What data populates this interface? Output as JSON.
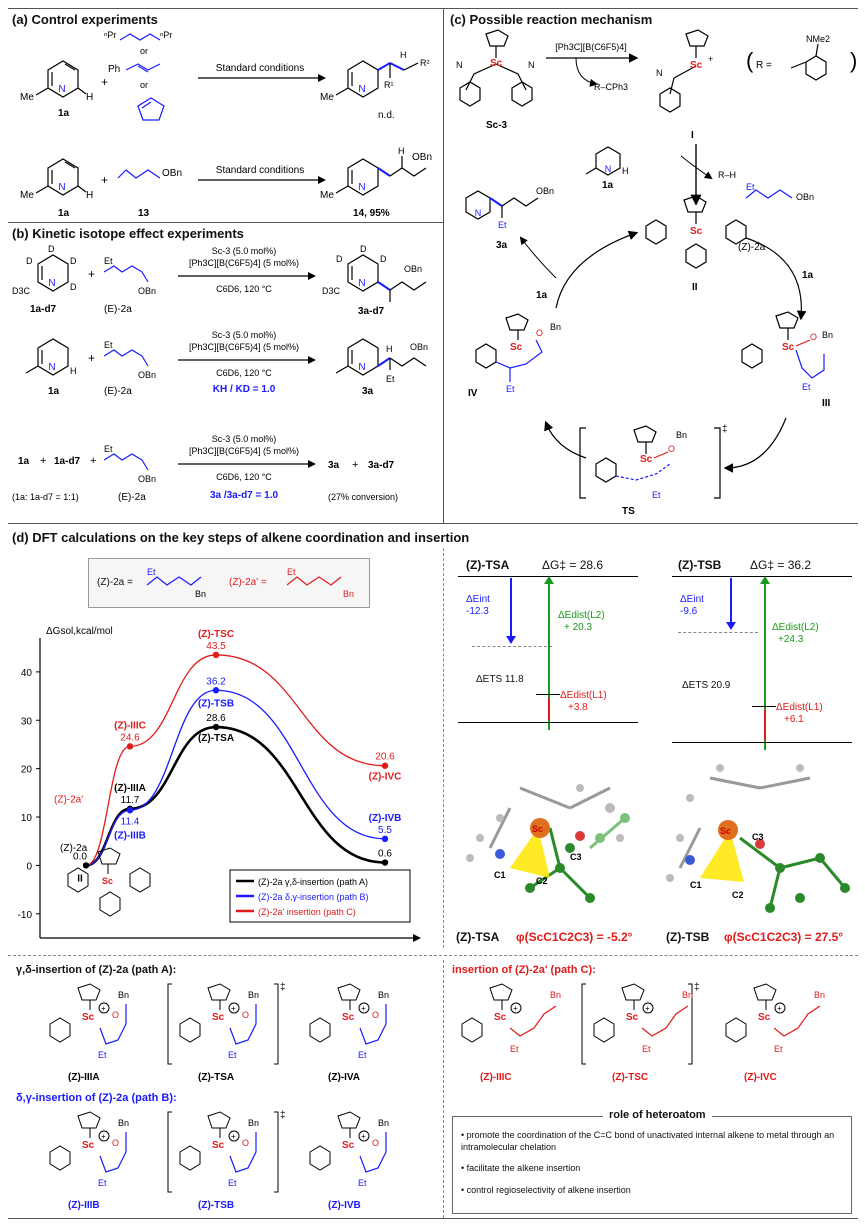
{
  "panel_a": {
    "title": "(a) Control experiments",
    "r1": {
      "sm_label": "1a",
      "alk1": "nPr / nPr",
      "or1": "or",
      "alk2": "Ph",
      "or2": "or",
      "cond": "Standard conditions",
      "prod": "n.d.",
      "me": "Me",
      "h": "H",
      "R1": "R1",
      "R2": "R2"
    },
    "r2": {
      "sm_label": "1a",
      "alk_label": "13",
      "alk_sub": "OBn",
      "cond": "Standard conditions",
      "prod_label": "14, 95%",
      "me": "Me",
      "h": "H",
      "prod_sub": "OBn"
    }
  },
  "panel_b": {
    "title": "(b) Kinetic isotope effect experiments",
    "r1": {
      "sm": "1a-d7",
      "alk": "(E)-2a",
      "c1": "Sc-3 (5.0 mol%)",
      "c2": "[Ph3C][B(C6F5)4] (5 mol%)",
      "c3": "C6D6, 120 °C",
      "prod": "3a-d7",
      "d3c": "D3C",
      "D": "D",
      "obn": "OBn"
    },
    "r2": {
      "sm": "1a",
      "alk": "(E)-2a",
      "c1": "Sc-3 (5.0 mol%)",
      "c2": "[Ph3C][B(C6F5)4] (5 mol%)",
      "c3": "C6D6, 120 °C",
      "result": "KH / KD = 1.0",
      "prod": "3a",
      "obn": "OBn",
      "et": "Et"
    },
    "r3": {
      "sm1": "1a",
      "plus": "+",
      "sm2": "1a-d7",
      "alk": "(E)-2a",
      "ratio": "(1a: 1a-d7 = 1:1)",
      "c1": "Sc-3 (5.0 mol%)",
      "c2": "[Ph3C][B(C6F5)4] (5 mol%)",
      "c3": "C6D6, 120 °C",
      "result": "3a /3a-d7 = 1.0",
      "p1": "3a",
      "p2": "3a-d7",
      "conv": "(27% conversion)",
      "obn": "OBn"
    }
  },
  "panel_c": {
    "title": "(c) Possible reaction mechanism",
    "sc3": "Sc-3",
    "reagent": "[Ph3C][B(C6F5)4]",
    "byprod": "R–CPh3",
    "I": "I",
    "R_def": "R =",
    "nme2": "NMe2",
    "sub1a": "1a",
    "rh": "R–H",
    "II": "II",
    "III": "III",
    "IV": "IV",
    "TS": "TS",
    "z2a": "(Z)-2a",
    "p3a": "3a",
    "in1a": "1a",
    "out1a": "1a",
    "obn": "OBn",
    "bn": "Bn",
    "et": "Et",
    "dagger": "‡"
  },
  "panel_d": {
    "title": "(d) DFT calculations on the key steps of alkene coordination and insertion",
    "def_z2a": "(Z)-2a =",
    "def_z2ap": "(Z)-2a' =",
    "chart": {
      "ylabel": "ΔGsol,kcal/mol",
      "yticks": [
        "40",
        "30",
        "20",
        "10",
        "0",
        "-10"
      ],
      "labels": {
        "II": "II",
        "z2a": "(Z)-2a",
        "z2ap": "(Z)-2a'",
        "IIIA": "(Z)-IIIA",
        "IIIB": "(Z)-IIIB",
        "IIIC": "(Z)-IIIC",
        "TSA": "(Z)-TSA",
        "TSB": "(Z)-TSB",
        "TSC": "(Z)-TSC",
        "IVA": "(Z)-IVA",
        "IVB": "(Z)-IVB",
        "IVC": "(Z)-IVC"
      },
      "legend": [
        {
          "text": "(Z)-2a  γ,δ-insertion (path A)",
          "color": "#000000"
        },
        {
          "text": "(Z)-2a  δ,γ-insertion (path B)",
          "color": "#1a1aff"
        },
        {
          "text": "(Z)-2a'  insertion   (path C)",
          "color": "#e31a1a"
        }
      ]
    },
    "tsa_box": {
      "title": "(Z)-TSA",
      "dg": "ΔG‡ = 28.6",
      "eint": "ΔEint",
      "eint_v": "-12.3",
      "ets": "ΔETS 11.8",
      "dl2": "ΔEdist(L2)",
      "dl2_v": "+ 20.3",
      "dl1": "ΔEdist(L1)",
      "dl1_v": "+3.8"
    },
    "tsb_box": {
      "title": "(Z)-TSB",
      "dg": "ΔG‡ = 36.2",
      "eint": "ΔEint",
      "eint_v": "-9.6",
      "ets": "ΔETS 20.9",
      "dl2": "ΔEdist(L2)",
      "dl2_v": "+24.3",
      "dl1": "ΔEdist(L1)",
      "dl1_v": "+6.1"
    },
    "mol_a": {
      "caption": "(Z)-TSA",
      "phi": "φ(ScC1C2C3) = -5.2°",
      "sc": "Sc",
      "c1": "C1",
      "c2": "C2",
      "c3": "C3"
    },
    "mol_b": {
      "caption": "(Z)-TSB",
      "phi": "φ(ScC1C2C3) = 27.5°",
      "sc": "Sc",
      "c1": "C1",
      "c2": "C2",
      "c3": "C3"
    }
  },
  "chart_data": {
    "type": "line",
    "ylabel": "ΔGsol,kcal/mol",
    "ylim": [
      -15,
      47
    ],
    "series": [
      {
        "name": "(Z)-2a γ,δ-insertion (path A)",
        "color": "#000000",
        "points": [
          [
            "II",
            0.0
          ],
          [
            "(Z)-IIIA",
            11.7
          ],
          [
            "(Z)-TSA",
            28.6
          ],
          [
            "(Z)-IVA",
            0.6
          ]
        ]
      },
      {
        "name": "(Z)-2a δ,γ-insertion (path B)",
        "color": "#1a1aff",
        "points": [
          [
            "II",
            0.0
          ],
          [
            "(Z)-IIIB",
            11.4
          ],
          [
            "(Z)-TSB",
            36.2
          ],
          [
            "(Z)-IVB",
            5.5
          ]
        ]
      },
      {
        "name": "(Z)-2a' insertion (path C)",
        "color": "#e31a1a",
        "points": [
          [
            "II",
            0.0
          ],
          [
            "(Z)-IIIC",
            24.6
          ],
          [
            "(Z)-TSC",
            43.5
          ],
          [
            "(Z)-IVC",
            20.6
          ]
        ]
      }
    ]
  },
  "panel_e": {
    "pathA_title": "γ,δ-insertion of (Z)-2a (path A):",
    "pathB_title": "δ,γ-insertion of (Z)-2a (path B):",
    "pathC_title": "insertion of (Z)-2a' (path C):",
    "a_labels": [
      "(Z)-IIIA",
      "(Z)-TSA",
      "(Z)-IVA"
    ],
    "b_labels": [
      "(Z)-IIIB",
      "(Z)-TSB",
      "(Z)-IVB"
    ],
    "c_labels": [
      "(Z)-IIIC",
      "(Z)-TSC",
      "(Z)-IVC"
    ],
    "role_title": "role of heteroatom",
    "roles": [
      "promote the coordination of the C=C bond of unactivated internal alkene to metal through an intramolecular chelation",
      "facilitate the alkene insertion",
      "control regioselectivity of alkene insertion"
    ],
    "bn": "Bn",
    "et": "Et",
    "sc": "Sc",
    "dagger": "‡",
    "gamma": "γ",
    "delta": "δ"
  }
}
